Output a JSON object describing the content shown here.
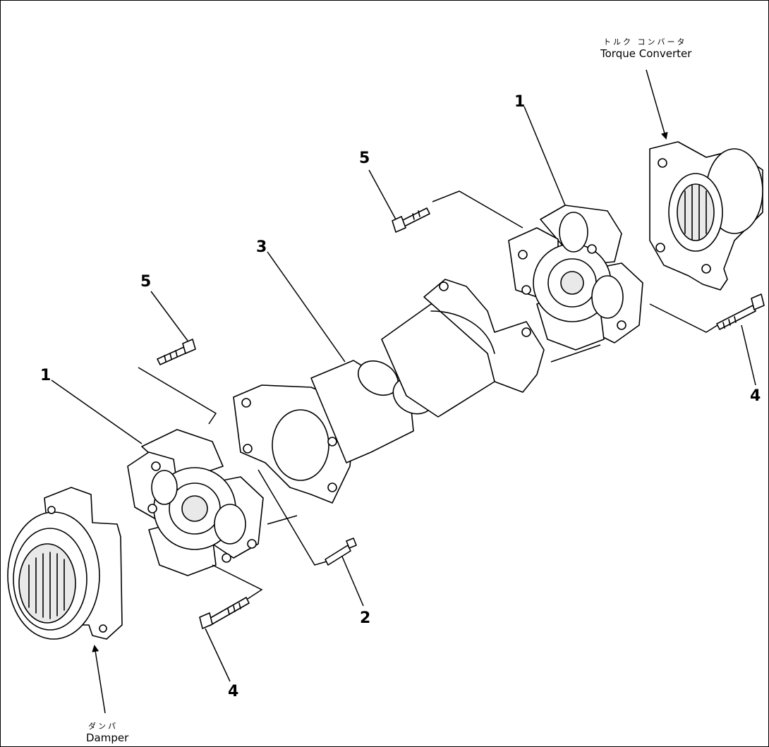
{
  "diagram": {
    "callouts": {
      "cross_left": "1",
      "cross_right": "1",
      "grease_fitting": "2",
      "shaft": "3",
      "bolt_lower_left": "4",
      "bolt_right": "4",
      "bolt_upper_left": "5",
      "bolt_upper_mid": "5"
    },
    "labels": {
      "torque_converter_jp": "トルク コンバータ",
      "torque_converter_en": "Torque Converter",
      "damper_jp": "ダンパ",
      "damper_en": "Damper"
    }
  }
}
